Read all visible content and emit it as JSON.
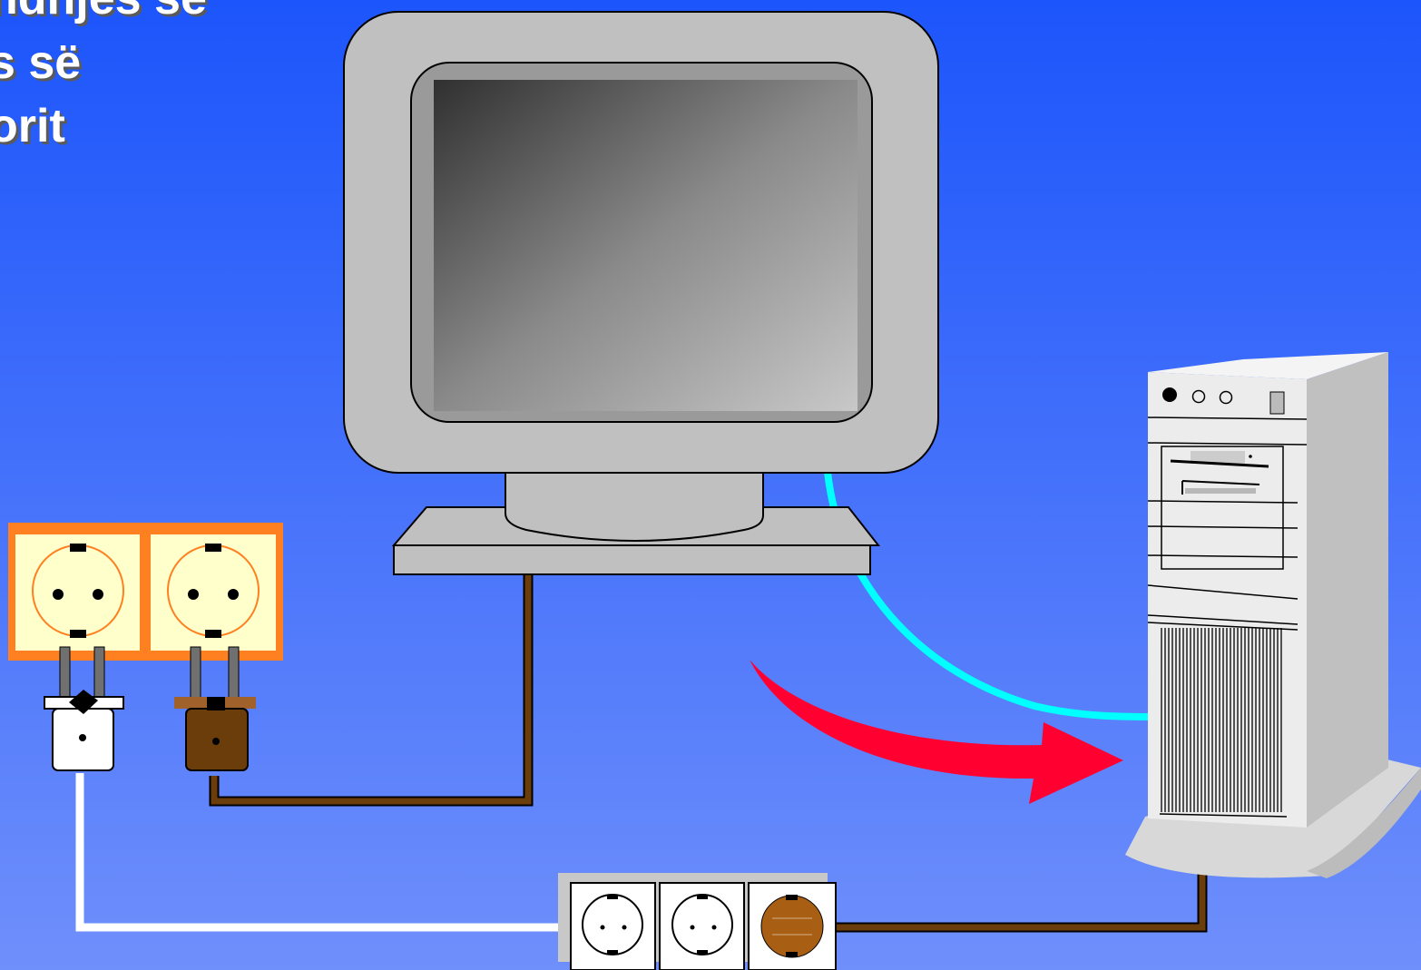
{
  "slide": {
    "title_lines": [
      "ndhjes së",
      "s së",
      "orit"
    ]
  },
  "colors": {
    "background_top": "#1c55fb",
    "background_bottom": "#6f8ffb",
    "power_cable_brown": "#6b3d0b",
    "mains_cable_white": "#ffffff",
    "video_cable_cyan": "#00ffff",
    "arrow_red": "#ff0030",
    "socket_frame_orange": "#ff8020",
    "socket_face_cream": "#ffffcc",
    "monitor_gray": "#c0c0c0"
  },
  "diagram": {
    "components": [
      "monitor",
      "computer-tower",
      "wall-socket-double",
      "plug-white",
      "plug-brown",
      "power-strip-triple",
      "arrow"
    ]
  }
}
